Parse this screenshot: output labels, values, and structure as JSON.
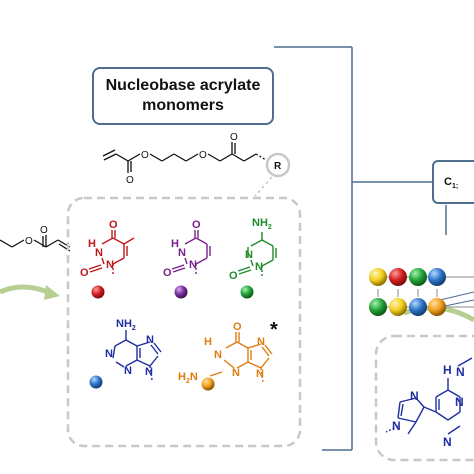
{
  "title": {
    "line1": "Nucleobase acrylate",
    "line2": "monomers"
  },
  "right_box": {
    "prefix": "C",
    "subscript": "1;"
  },
  "labels": {
    "R": "R",
    "O": "O",
    "N": "N",
    "NH2": "NH",
    "two": "2",
    "H": "H",
    "H2N": "H",
    "star": "*"
  },
  "colors": {
    "frame": "#4f6d8f",
    "dashed": "#c8c8c8",
    "thymine": "#c0161c",
    "uracil": "#7a1f8c",
    "cytosine": "#1f8a2a",
    "adenine": "#1f2ea0",
    "guanine": "#e07b10",
    "arrow": "#b8cf94",
    "bead_red": "#d21f1f",
    "bead_purple": "#7b2f9e",
    "bead_green": "#23a33a",
    "bead_blue": "#2d74c9",
    "bead_orange": "#f0a020",
    "bead_yellow": "#f3cf20"
  }
}
